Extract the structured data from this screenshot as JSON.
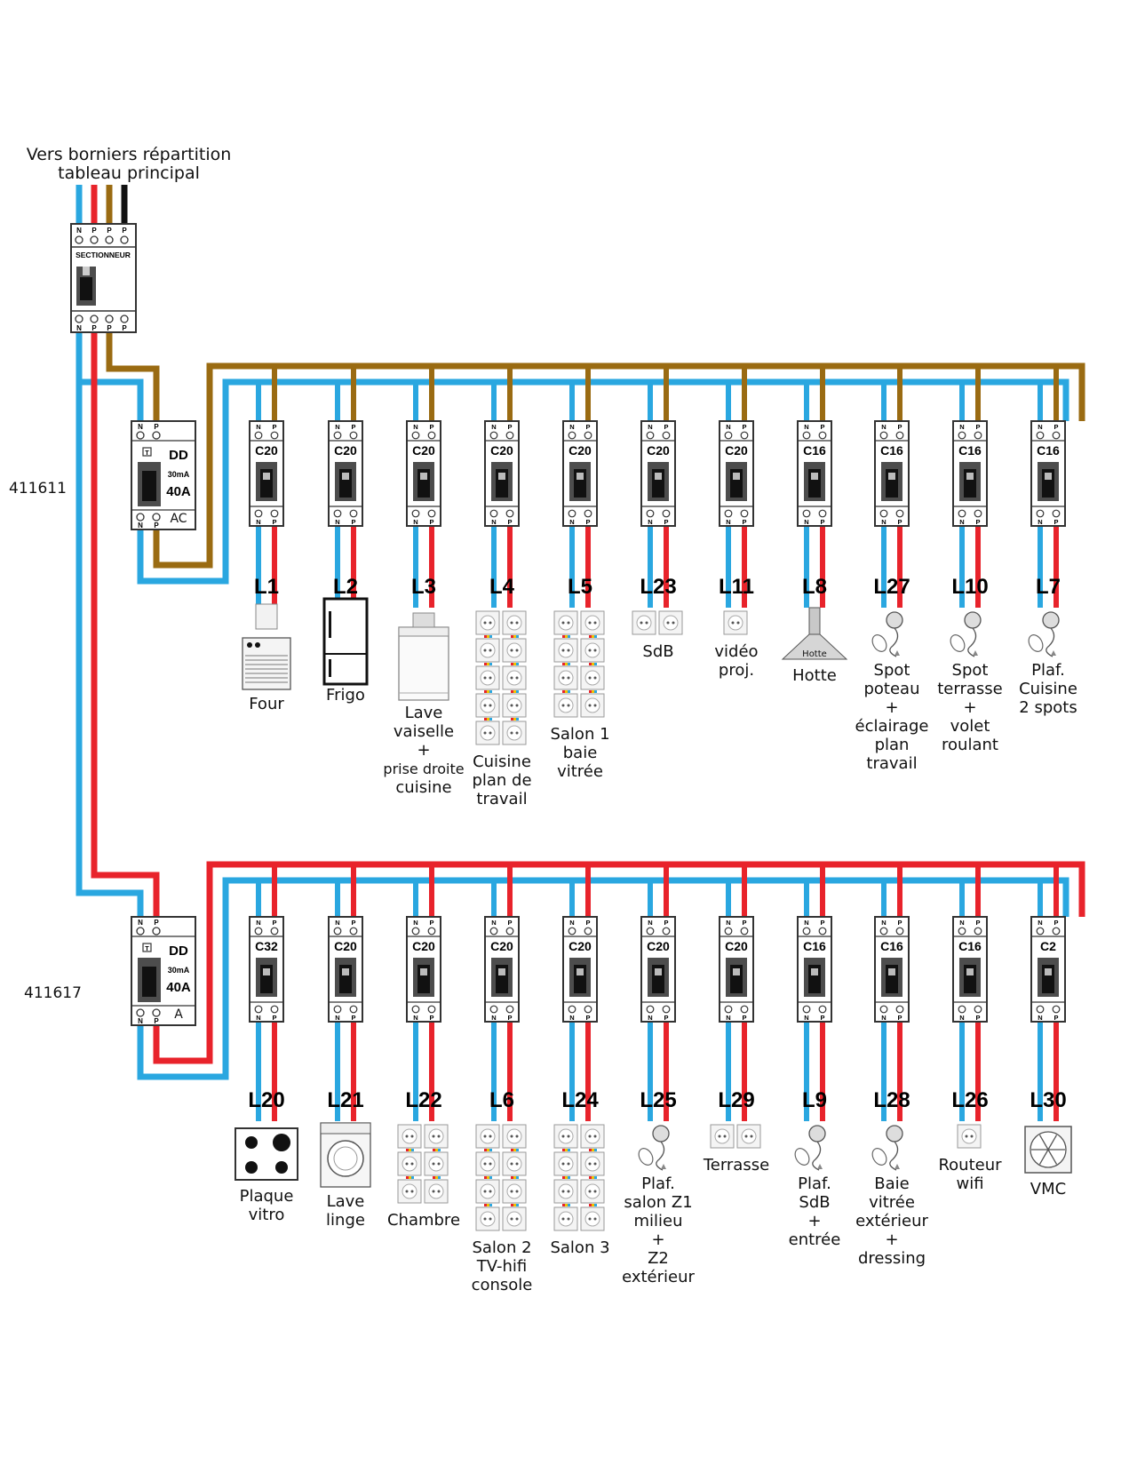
{
  "header": {
    "feed_title_line1": "Vers borniers répartition",
    "feed_title_line2": "tableau principal"
  },
  "colors": {
    "neutral": "#2aa7e0",
    "phase_main": "#e8232b",
    "phase_row1": "#9a6b12",
    "black": "#111111"
  },
  "isolator": {
    "label": "SECTIONNEUR",
    "terminals_top": [
      "N",
      "P",
      "P",
      "P"
    ],
    "terminals_bottom": [
      "N",
      "P",
      "P",
      "P"
    ]
  },
  "rows": [
    {
      "ref": "411611",
      "rcd": {
        "type": "DD",
        "sensitivity": "30mA",
        "rating": "40A",
        "class": "AC",
        "test": "T",
        "terminals": [
          "N",
          "P"
        ]
      },
      "breakers": [
        {
          "rating": "C20",
          "circuit": "L1",
          "load_icon": "oven-icon",
          "desc": [
            "Four"
          ]
        },
        {
          "rating": "C20",
          "circuit": "L2",
          "load_icon": "fridge-icon",
          "desc": [
            "Frigo"
          ]
        },
        {
          "rating": "C20",
          "circuit": "L3",
          "load_icon": "dishwasher-icon",
          "desc": [
            "Lave",
            "vaiselle",
            "+",
            "prise droite",
            "cuisine"
          ]
        },
        {
          "rating": "C20",
          "circuit": "L4",
          "load_icon": "socket-icon",
          "sockets": 10,
          "desc": [
            "Cuisine",
            "plan de",
            "travail"
          ]
        },
        {
          "rating": "C20",
          "circuit": "L5",
          "load_icon": "socket-icon",
          "sockets": 8,
          "desc": [
            "Salon 1",
            "baie",
            "vitrée"
          ]
        },
        {
          "rating": "C20",
          "circuit": "L23",
          "load_icon": "socket-icon",
          "sockets": 2,
          "desc": [
            "SdB"
          ]
        },
        {
          "rating": "C20",
          "circuit": "L11",
          "load_icon": "socket-icon",
          "sockets": 1,
          "desc": [
            "vidéo",
            "proj."
          ]
        },
        {
          "rating": "C16",
          "circuit": "L8",
          "load_icon": "hood-icon",
          "hood_label": "Hotte",
          "desc": [
            "Hotte"
          ]
        },
        {
          "rating": "C16",
          "circuit": "L27",
          "load_icon": "light-icon",
          "desc": [
            "Spot",
            "poteau",
            "+",
            "éclairage",
            "plan",
            "travail"
          ]
        },
        {
          "rating": "C16",
          "circuit": "L10",
          "load_icon": "light-icon",
          "desc": [
            "Spot",
            "terrasse",
            "+",
            "volet",
            "roulant"
          ]
        },
        {
          "rating": "C16",
          "circuit": "L7",
          "load_icon": "light-icon",
          "desc": [
            "Plaf.",
            "Cuisine",
            "2 spots"
          ]
        }
      ]
    },
    {
      "ref": "411617",
      "rcd": {
        "type": "DD",
        "sensitivity": "30mA",
        "rating": "40A",
        "class": "A",
        "test": "T",
        "terminals": [
          "N",
          "P"
        ]
      },
      "breakers": [
        {
          "rating": "C32",
          "circuit": "L20",
          "load_icon": "hob-icon",
          "desc": [
            "Plaque",
            "vitro"
          ]
        },
        {
          "rating": "C20",
          "circuit": "L21",
          "load_icon": "washing-machine-icon",
          "desc": [
            "Lave",
            "linge"
          ]
        },
        {
          "rating": "C20",
          "circuit": "L22",
          "load_icon": "socket-icon",
          "sockets": 6,
          "desc": [
            "Chambre"
          ]
        },
        {
          "rating": "C20",
          "circuit": "L6",
          "load_icon": "socket-icon",
          "sockets": 8,
          "desc": [
            "Salon 2",
            "TV-hifi",
            "console"
          ]
        },
        {
          "rating": "C20",
          "circuit": "L24",
          "load_icon": "socket-icon",
          "sockets": 8,
          "desc": [
            "Salon 3"
          ]
        },
        {
          "rating": "C20",
          "circuit": "L25",
          "load_icon": "light-icon",
          "desc": [
            "Plaf.",
            "salon Z1",
            "milieu",
            "+",
            "Z2",
            "extérieur"
          ]
        },
        {
          "rating": "C20",
          "circuit": "L29",
          "load_icon": "socket-icon",
          "sockets": 2,
          "desc": [
            "Terrasse"
          ]
        },
        {
          "rating": "C16",
          "circuit": "L9",
          "load_icon": "light-icon",
          "desc": [
            "Plaf.",
            "SdB",
            "+",
            "entrée"
          ]
        },
        {
          "rating": "C16",
          "circuit": "L28",
          "load_icon": "light-icon",
          "desc": [
            "Baie",
            "vitrée",
            "extérieur",
            "+",
            "dressing"
          ]
        },
        {
          "rating": "C16",
          "circuit": "L26",
          "load_icon": "socket-icon",
          "sockets": 1,
          "desc": [
            "Routeur",
            "wifi"
          ]
        },
        {
          "rating": "C2",
          "circuit": "L30",
          "load_icon": "fan-icon",
          "desc": [
            "VMC"
          ]
        }
      ]
    }
  ]
}
